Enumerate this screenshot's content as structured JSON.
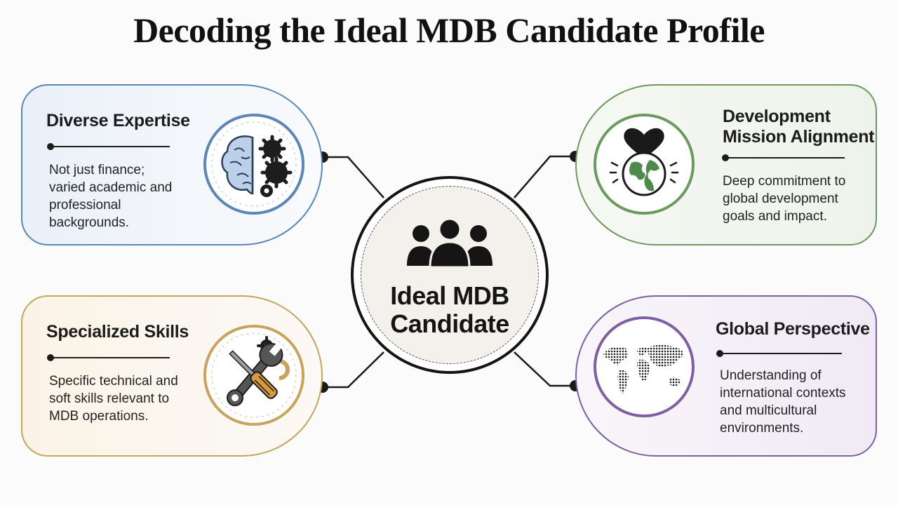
{
  "title": "Decoding the Ideal MDB Candidate Profile",
  "center": {
    "line1": "Ideal MDB",
    "line2": "Candidate",
    "icon": "people-group-icon"
  },
  "cards": {
    "diverse_expertise": {
      "title": "Diverse Expertise",
      "lines": [
        "Not just finance;",
        "varied academic and",
        "professional",
        "backgrounds."
      ],
      "icon": "brain-gears-icon",
      "color": "#5b86b7"
    },
    "specialized_skills": {
      "title": "Specialized Skills",
      "lines": [
        "Specific technical and",
        "soft skills relevant to",
        "MDB operations."
      ],
      "icon": "wrench-screwdriver-icon",
      "color": "#c9a35c"
    },
    "mission_alignment": {
      "title_lines": [
        "Development",
        "Mission Alignment"
      ],
      "lines": [
        "Deep commitment to",
        "global development",
        "goals and impact."
      ],
      "icon": "heart-globe-icon",
      "color": "#6c9a5e"
    },
    "global_perspective": {
      "title": "Global Perspective",
      "lines": [
        "Understanding of",
        "international contexts",
        "and multicultural",
        "environments."
      ],
      "icon": "world-map-icon",
      "color": "#7f5ea3"
    }
  },
  "colors": {
    "line": "#1a1a1a",
    "center_fill": "#f4f1ec"
  }
}
